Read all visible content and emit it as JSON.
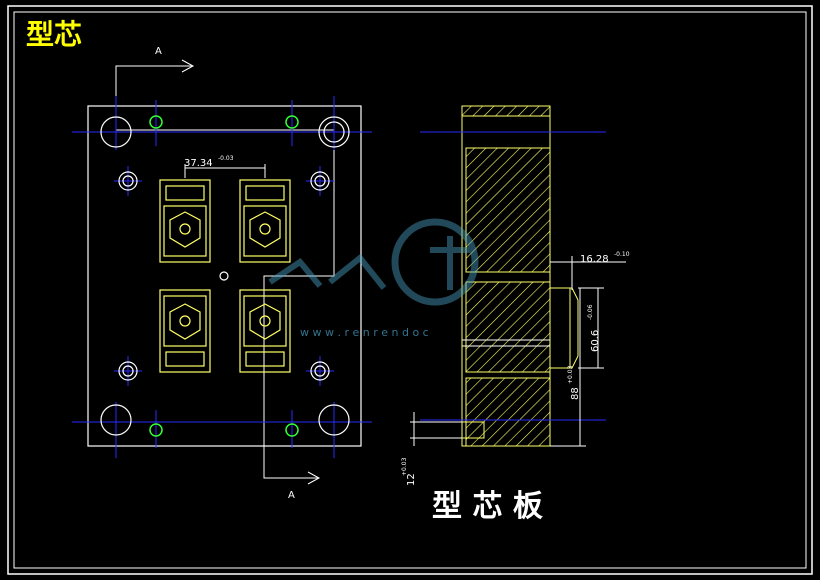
{
  "title": "型芯",
  "subtitle": "型 芯 板",
  "section_labels": {
    "top": "A",
    "bottom": "A"
  },
  "dimensions": {
    "d1": "37.34",
    "d1_tol": "-0.03",
    "d2": "16.28",
    "d2_tol": "-0.10",
    "d3": "60.6",
    "d3_tol": "-0.06",
    "d4": "88",
    "d4_tol": "+0.03",
    "d5": "12",
    "d5_tol": "+0.03"
  },
  "watermark": "w w w . r e n r e n d o c",
  "colors": {
    "background": "#000000",
    "line": "#ffffff",
    "part": "#ffff66",
    "center": "#2222ff",
    "pin": "#33ff33",
    "title": "#ffff00"
  }
}
